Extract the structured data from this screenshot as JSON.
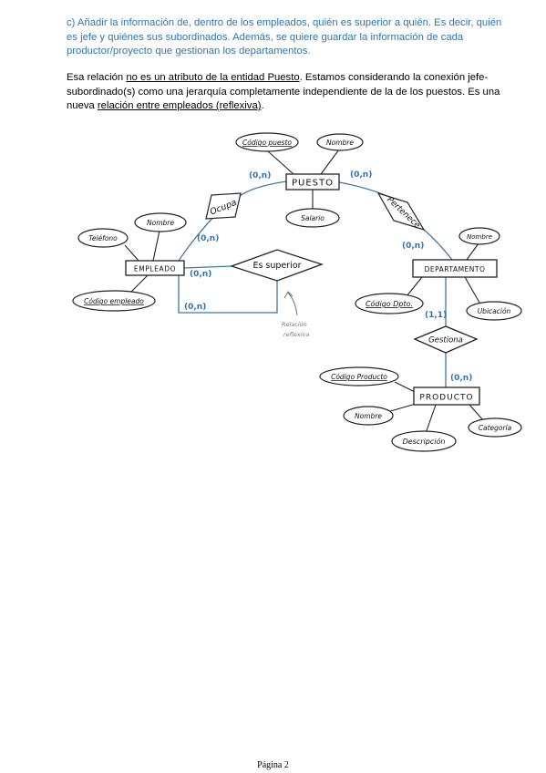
{
  "text": {
    "task": "c) Añadir la información de, dentro de los empleados, quién es superior a quién. Es decir, quién es jefe y quiénes sus subordinados. Además, se quiere guardar la información de cada productor/proyecto que gestionan los departamentos.",
    "para_1": "Esa relación ",
    "para_2": "no es un atributo de la entidad Puesto",
    "para_3": ". Estamos considerando la conexión jefe-subordinado(s) como una jerarquía completamente independiente de la de los puestos. Es una nueva ",
    "para_4": "relación entre empleados (reflexiva)",
    "para_5": "."
  },
  "diagram": {
    "entities": {
      "puesto": "PUESTO",
      "empleado": "EMPLEADO",
      "departamento": "DEPARTAMENTO",
      "producto": "PRODUCTO"
    },
    "relationships": {
      "ocupa": "Ocupa",
      "pertenece": "Pertenece",
      "es_superior": "Es superior",
      "gestiona": "Gestiona"
    },
    "attributes": {
      "codigo_puesto": "Código puesto",
      "nombre_puesto": "Nombre",
      "salario": "Salario",
      "telefono": "Teléfono",
      "nombre_empleado": "Nombre",
      "codigo_empleado": "Código empleado",
      "nombre_departamento": "Nombre",
      "codigo_dpto": "Código Dpto.",
      "ubicacion": "Ubicación",
      "codigo_producto": "Código Producto",
      "nombre_producto": "Nombre",
      "descripcion": "Descripción",
      "categoria": "Categoría"
    },
    "cardinalities": {
      "puesto_left": "(0,n)",
      "puesto_right": "(0,n)",
      "empleado_ocupa": "(0,n)",
      "empleado_superior": "(0,n)",
      "empleado_loop": "(0,n)",
      "departamento_pertenece": "(0,n)",
      "departamento_gestiona": "(1,1)",
      "producto_gestiona": "(0,n)"
    },
    "annotation": [
      "Relación",
      "reflexiva"
    ],
    "colors": {
      "link": "#3b79a8",
      "cardinality": "#2e74b5",
      "ink": "#222222",
      "annotation": "#777777"
    }
  },
  "footer": {
    "page_label": "Página 2"
  }
}
